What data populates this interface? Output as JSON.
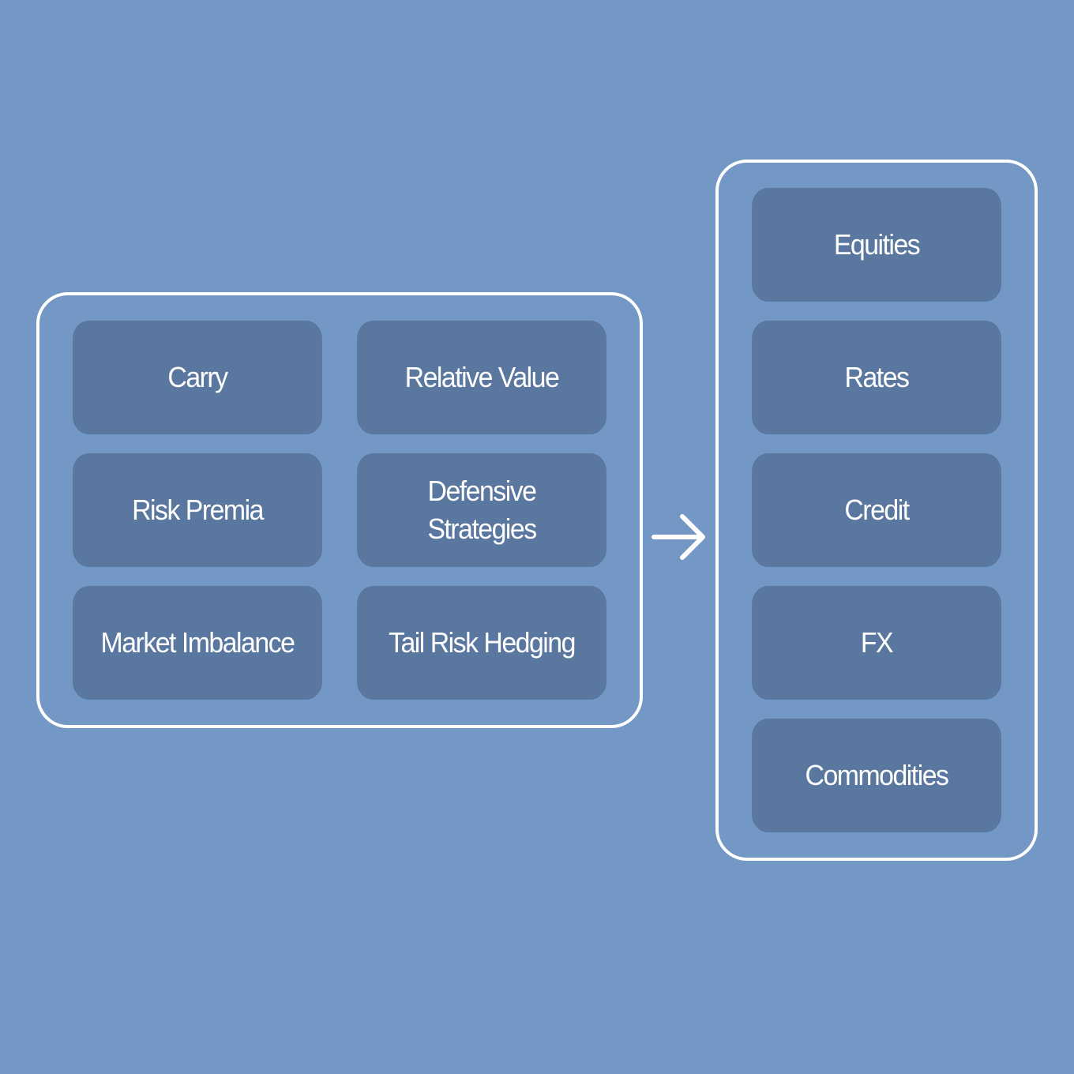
{
  "colors": {
    "background": "#7398c5",
    "box_fill": "#5a789f",
    "stroke": "#ffffff",
    "text": "#ffffff"
  },
  "left_group": {
    "items": [
      {
        "label": "Carry"
      },
      {
        "label": "Relative Value"
      },
      {
        "label": "Risk Premia"
      },
      {
        "label": "Defensive\nStrategies"
      },
      {
        "label": "Market Imbalance"
      },
      {
        "label": "Tail Risk Hedging"
      }
    ]
  },
  "connector": {
    "icon": "arrow-right-icon"
  },
  "right_group": {
    "items": [
      {
        "label": "Equities"
      },
      {
        "label": "Rates"
      },
      {
        "label": "Credit"
      },
      {
        "label": "FX"
      },
      {
        "label": "Commodities"
      }
    ]
  }
}
